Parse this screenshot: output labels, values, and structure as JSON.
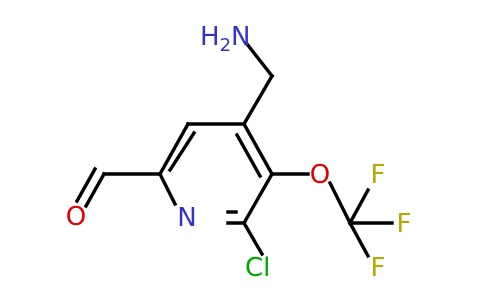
{
  "molecule": {
    "atoms": {
      "n": {
        "text": "N",
        "color": "#3333cc"
      },
      "cl": {
        "text": "Cl",
        "color": "#00a600"
      },
      "o_ether": {
        "text": "O",
        "color": "#e00000"
      },
      "o_carbonyl": {
        "text": "O",
        "color": "#e00000"
      },
      "f1": {
        "text": "F",
        "color": "#b5a800"
      },
      "f2": {
        "text": "F",
        "color": "#b5a800"
      },
      "f3": {
        "text": "F",
        "color": "#b5a800"
      },
      "amine": {
        "text": "H",
        "sub": "2",
        "tail": "N",
        "color": "#3333cc"
      }
    },
    "bond_color": "#000000"
  }
}
